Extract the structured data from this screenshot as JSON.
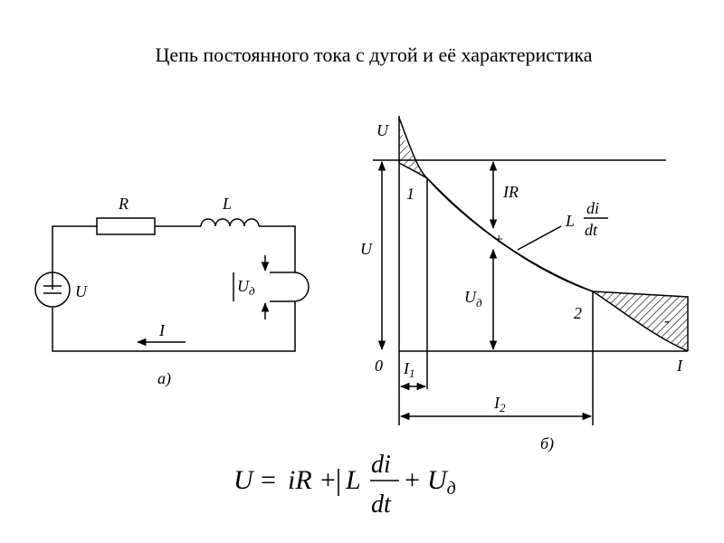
{
  "title": "Цепь постоянного тока с дугой и её характеристика",
  "circuit": {
    "R": "R",
    "L": "L",
    "U": "U",
    "Ud_main": "U",
    "Ud_sub": "д",
    "I": "I",
    "caption": "а)"
  },
  "graph": {
    "axis_U": "U",
    "axis_I": "I",
    "origin": "0",
    "U": "U",
    "IR": "IR",
    "Ud_main": "U",
    "Ud_sub": "д",
    "point1": "1",
    "point2": "2",
    "plus": "+",
    "minus": "-",
    "L": "L",
    "di": "di",
    "dt": "dt",
    "I1_main": "I",
    "I1_sub": "1",
    "I2_main": "I",
    "I2_sub": "2",
    "caption": "б)"
  },
  "formula": {
    "U": "U",
    "eq": "=",
    "iR": "iR",
    "plus1": "+",
    "L": "L",
    "di": "di",
    "dt": "dt",
    "plus2": "+",
    "Ud_main": "U",
    "Ud_sub": "д"
  }
}
